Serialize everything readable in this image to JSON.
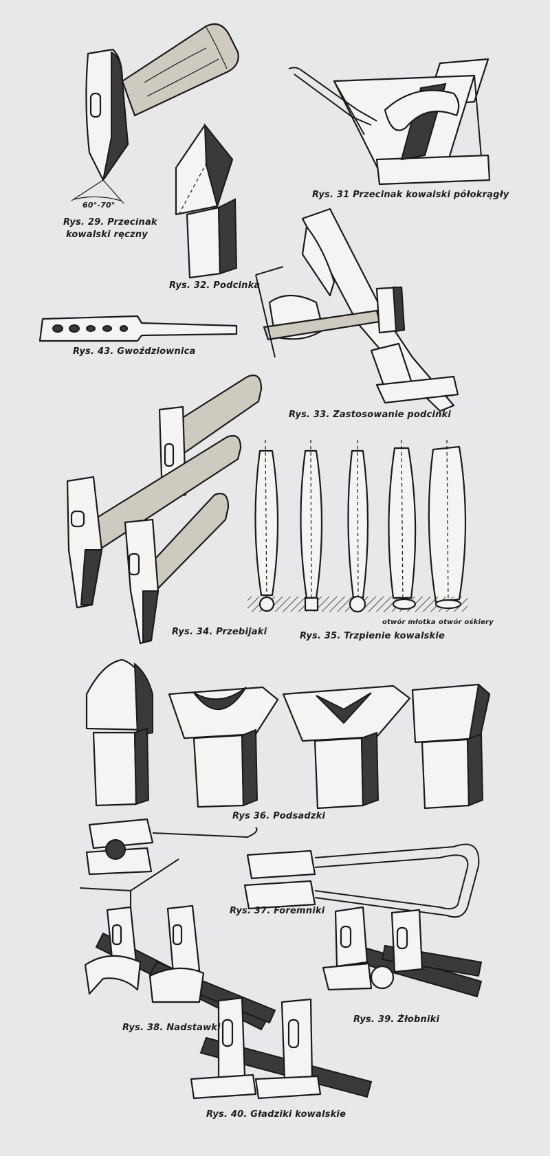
{
  "page": {
    "captions": {
      "rys29_line1": "Rys. 29. Przecinak",
      "rys29_line2": "kowalski ręczny",
      "rys29_angle": "60°-70°",
      "rys31": "Rys. 31 Przecinak kowalski półokrągły",
      "rys32": "Rys. 32. Podcinka",
      "rys43": "Rys. 43. Gwoździownica",
      "rys33": "Rys. 33. Zastosowanie podcinki",
      "rys34": "Rys. 34. Przebijaki",
      "rys35": "Rys. 35. Trzpienie kowalskie",
      "rys35_hammer_hole": "otwór młotka",
      "rys35_sledge_hole": "otwór ośkiery",
      "rys36": "Rys 36. Podsadzki",
      "rys37": "Rys. 37. Foremniki",
      "rys38": "Rys. 38. Nadstawki",
      "rys39": "Rys. 39. Żłobniki",
      "rys40": "Rys. 40. Gładziki kowalskie"
    }
  }
}
